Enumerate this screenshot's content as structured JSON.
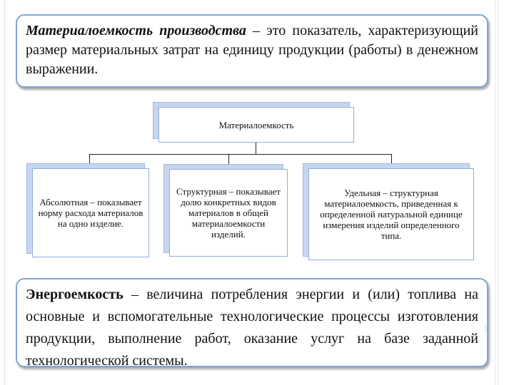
{
  "top_definition": {
    "term": "Материалоемкость производства",
    "text": " – это показатель, характеризующий размер материальных затрат на единицу продукции (работы) в денежном выражении."
  },
  "diagram": {
    "root": "Материалоемкость",
    "children": [
      "Абсолютная – показывает норму расхода материалов на одно изделие.",
      "Структурная – показывает долю конкретных видов материалов в общей материалоемкости изделий.",
      "Удельная – структурная материалоемкость, приведенная к определенной натуральной единице измерения изделий определенного типа."
    ]
  },
  "bottom_definition": {
    "term": "Энергоемкость",
    "text": " – величина потребления энергии и (или) топлива на основные и вспомогательные технологические процессы изготовления продукции, выполнение работ, оказание услуг на базе заданной технологической системы."
  },
  "bottom_marker": "3"
}
